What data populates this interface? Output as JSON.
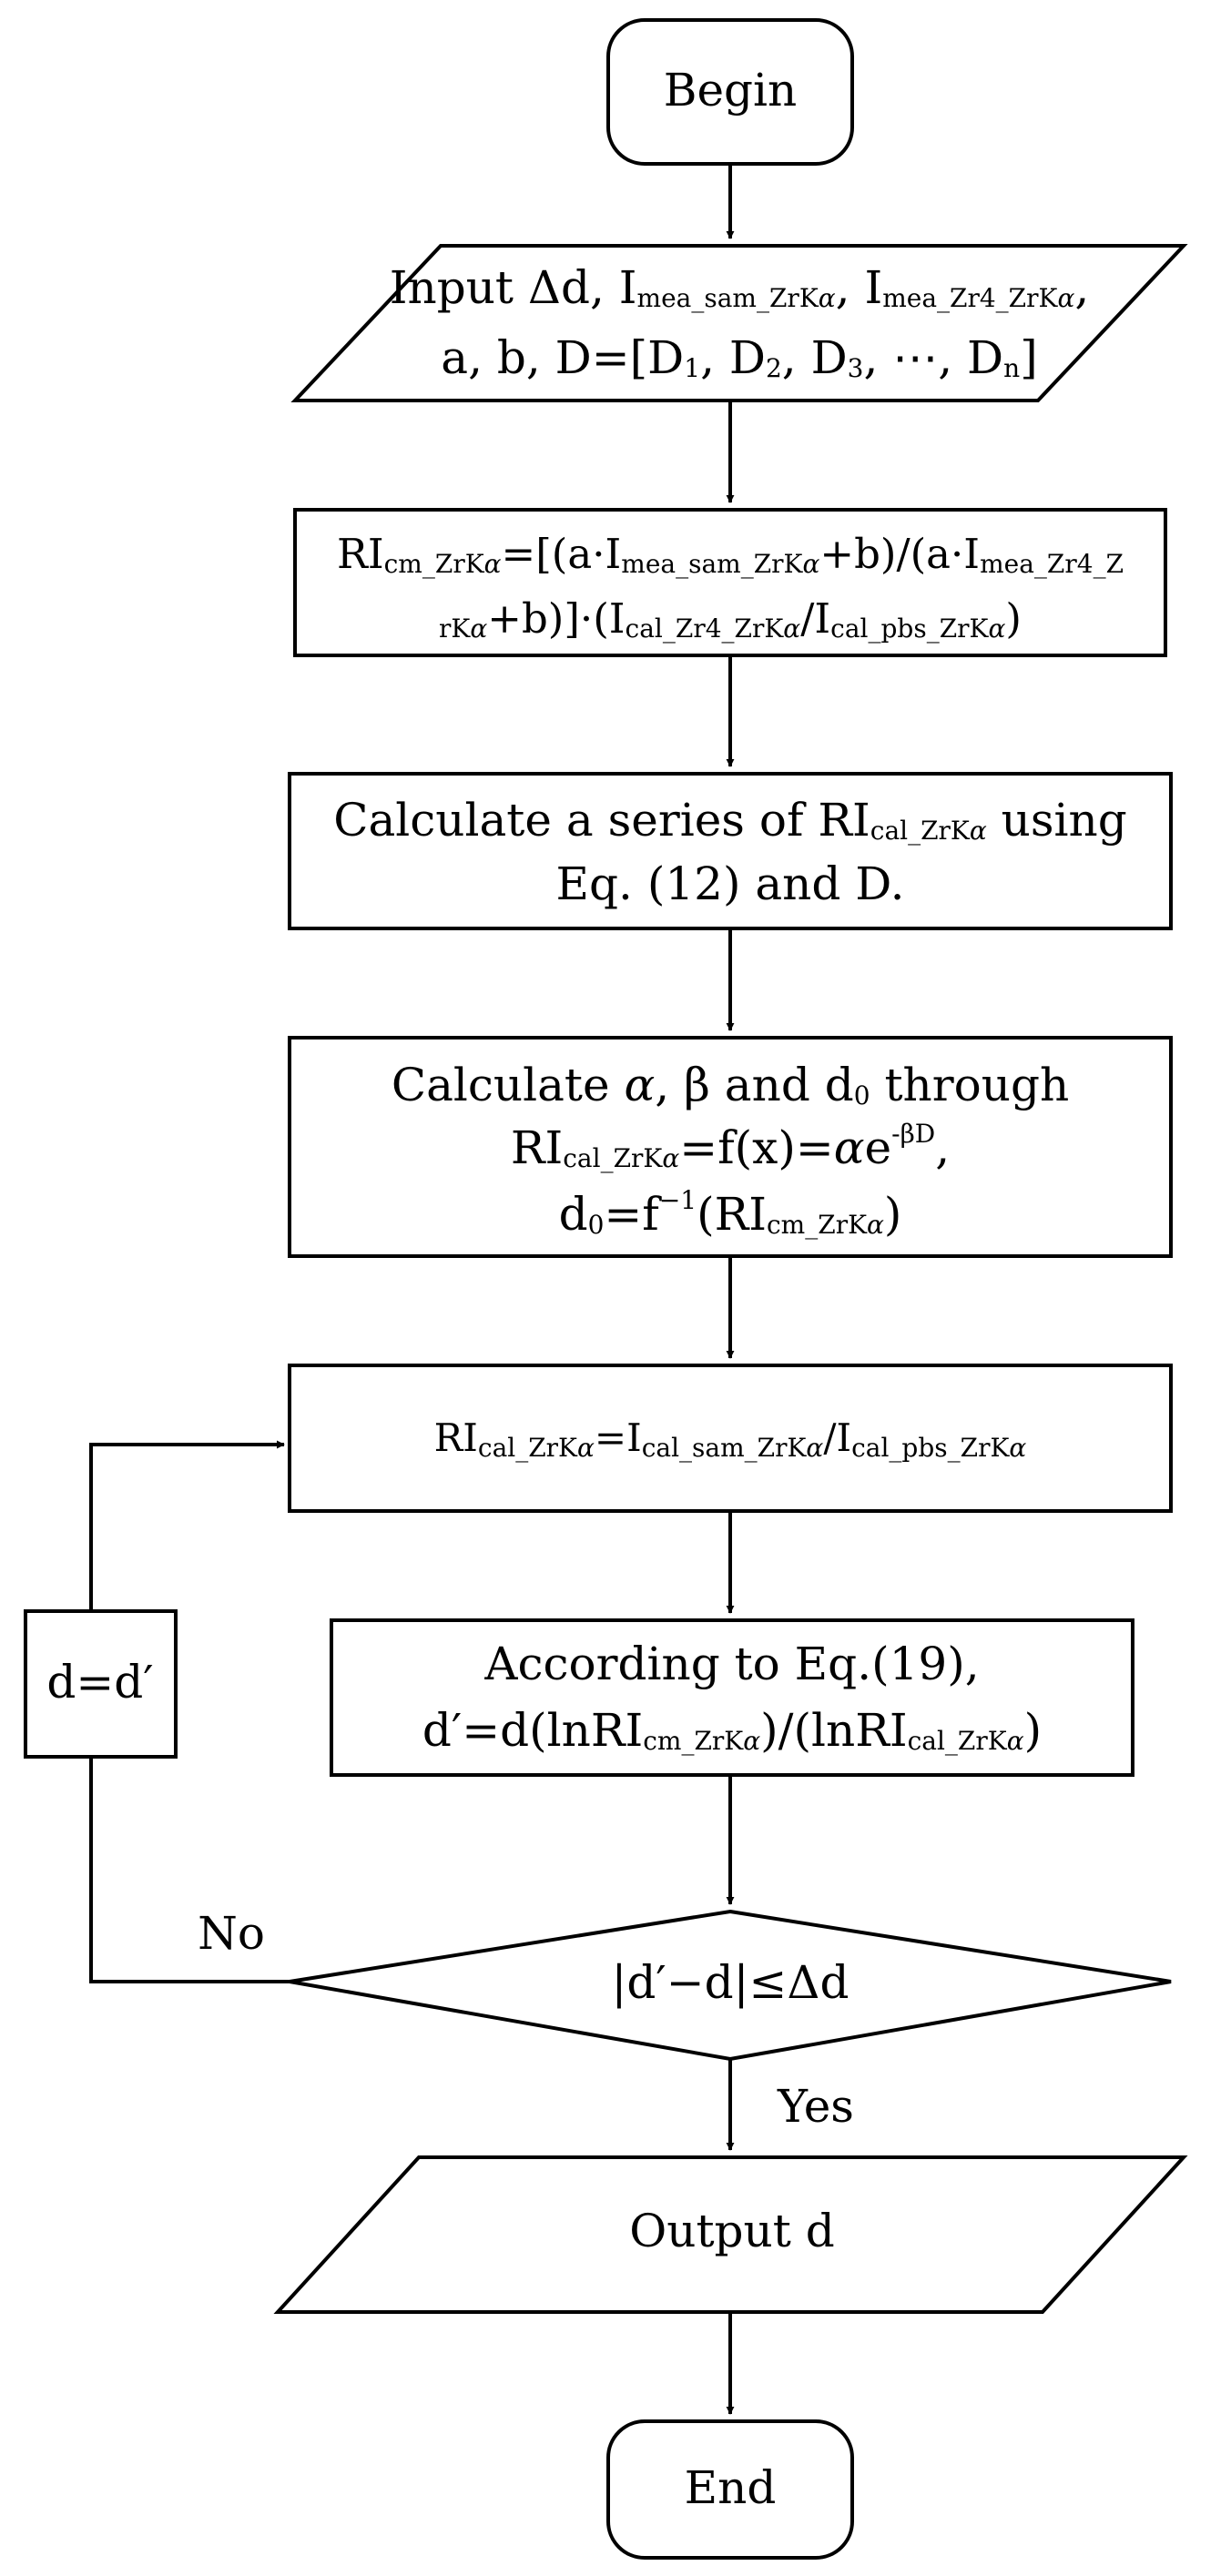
{
  "nodes": {
    "begin": "Begin",
    "input": {
      "line1": [
        {
          "t": "Input  Δd, I"
        },
        {
          "t": "mea_sam_ZrK",
          "sub": true
        },
        {
          "t": "α",
          "sub": true,
          "it": true
        },
        {
          "t": ", I"
        },
        {
          "t": "mea_Zr4_ZrK",
          "sub": true
        },
        {
          "t": "α",
          "sub": true,
          "it": true
        },
        {
          "t": ","
        }
      ],
      "line2": [
        {
          "t": "a, b, D=[D"
        },
        {
          "t": "1",
          "sub": true
        },
        {
          "t": ", D"
        },
        {
          "t": "2",
          "sub": true
        },
        {
          "t": ", D"
        },
        {
          "t": "3",
          "sub": true
        },
        {
          "t": ", ⋯, D"
        },
        {
          "t": "n",
          "sub": true
        },
        {
          "t": "]"
        }
      ]
    },
    "ri_cm": {
      "line1": [
        {
          "t": "RI"
        },
        {
          "t": "cm_ZrK",
          "sub": true
        },
        {
          "t": "α",
          "sub": true,
          "it": true
        },
        {
          "t": "=[(a·I"
        },
        {
          "t": "mea_sam_ZrK",
          "sub": true
        },
        {
          "t": "α",
          "sub": true,
          "it": true
        },
        {
          "t": "+b)/(a·I"
        },
        {
          "t": "mea_Zr4_Z",
          "sub": true
        }
      ],
      "line2": [
        {
          "t": "rK",
          "sub": true
        },
        {
          "t": "α",
          "sub": true,
          "it": true
        },
        {
          "t": "+b)]·(I"
        },
        {
          "t": "cal_Zr4_ZrK",
          "sub": true
        },
        {
          "t": "α",
          "sub": true,
          "it": true
        },
        {
          "t": "/I"
        },
        {
          "t": "cal_pbs_ZrK",
          "sub": true
        },
        {
          "t": "α",
          "sub": true,
          "it": true
        },
        {
          "t": ")"
        }
      ]
    },
    "series": {
      "line1": [
        {
          "t": "Calculate a series of RI"
        },
        {
          "t": "cal_ZrK",
          "sub": true
        },
        {
          "t": "α",
          "sub": true,
          "it": true
        },
        {
          "t": " using"
        }
      ],
      "line2": [
        {
          "t": "Eq. (12) and  D."
        }
      ]
    },
    "fit": {
      "line1": [
        {
          "t": "Calculate "
        },
        {
          "t": "α",
          "it": true
        },
        {
          "t": ", β and d"
        },
        {
          "t": "0",
          "sub": true
        },
        {
          "t": " through"
        }
      ],
      "line2": [
        {
          "t": "RI"
        },
        {
          "t": "cal_ZrK",
          "sub": true
        },
        {
          "t": "α",
          "sub": true,
          "it": true
        },
        {
          "t": "=f(x)="
        },
        {
          "t": "α",
          "it": true
        },
        {
          "t": "e"
        },
        {
          "t": "-βD",
          "sup": true
        },
        {
          "t": ","
        }
      ],
      "line3": [
        {
          "t": "d"
        },
        {
          "t": "0",
          "sub": true
        },
        {
          "t": "=f"
        },
        {
          "t": "−1",
          "sup": true
        },
        {
          "t": "(RI"
        },
        {
          "t": "cm_ZrK",
          "sub": true
        },
        {
          "t": "α",
          "sub": true,
          "it": true
        },
        {
          "t": ")"
        }
      ]
    },
    "ri_cal": {
      "line1": [
        {
          "t": "RI"
        },
        {
          "t": "cal_ZrK",
          "sub": true
        },
        {
          "t": "α",
          "sub": true,
          "it": true
        },
        {
          "t": "=I"
        },
        {
          "t": "cal_sam_ZrK",
          "sub": true
        },
        {
          "t": "α",
          "sub": true,
          "it": true
        },
        {
          "t": "/I"
        },
        {
          "t": "cal_pbs_ZrK",
          "sub": true
        },
        {
          "t": "α",
          "sub": true,
          "it": true
        }
      ]
    },
    "update": {
      "line1": [
        {
          "t": "According to Eq.(19),"
        }
      ],
      "line2": [
        {
          "t": "d′=d(lnRI"
        },
        {
          "t": "cm_ZrK",
          "sub": true
        },
        {
          "t": "α",
          "sub": true,
          "it": true
        },
        {
          "t": ")/(lnRI"
        },
        {
          "t": "cal_ZrK",
          "sub": true
        },
        {
          "t": "α",
          "sub": true,
          "it": true
        },
        {
          "t": ")"
        }
      ]
    },
    "decision": "|d′−d|≤Δd",
    "assign": "d=d′",
    "output": "Output d",
    "end": "End"
  },
  "edges": {
    "no_label": "No",
    "yes_label": "Yes"
  }
}
